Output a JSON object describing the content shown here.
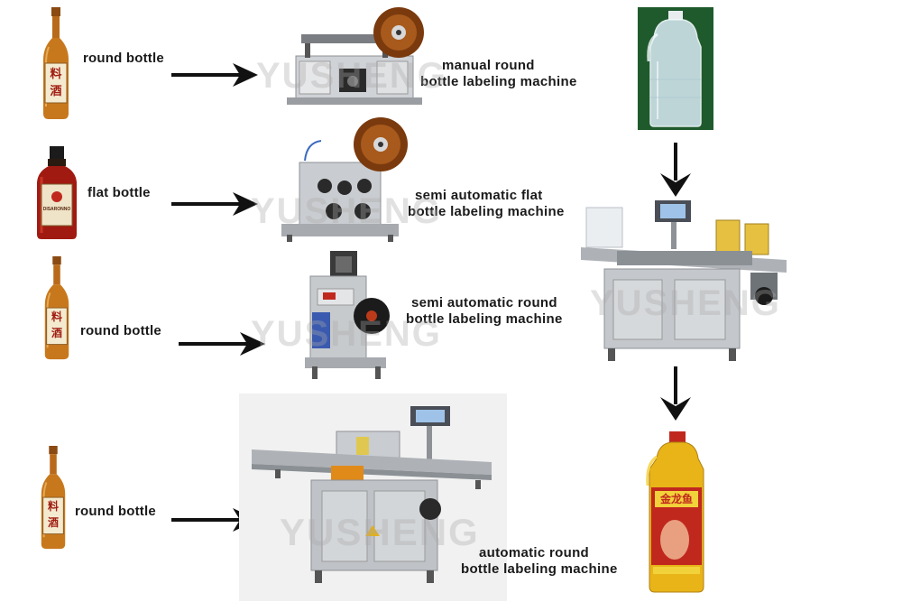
{
  "rows": [
    {
      "bottle_label": "round bottle",
      "machine_line1": "manual round",
      "machine_line2": "bottle labeling machine"
    },
    {
      "bottle_label": "flat bottle",
      "machine_line1": "semi automatic flat",
      "machine_line2": "bottle labeling machine"
    },
    {
      "bottle_label": "round bottle",
      "machine_line1": "semi automatic round",
      "machine_line2": "bottle labeling machine"
    },
    {
      "bottle_label": "round bottle",
      "machine_line1": "automatic round",
      "machine_line2": "bottle labeling machine"
    }
  ],
  "watermark": "YUSHENG",
  "bottle_glyphs": [
    "料",
    "酒"
  ],
  "flat_bottle_brand": "DISARONNO",
  "oil_brand": "金龙鱼",
  "colors": {
    "arrow": "#111111",
    "amber": "#c8781c",
    "steel": "#b9bcc0",
    "label_red": "#c0281e",
    "oil": "#e8b418"
  }
}
